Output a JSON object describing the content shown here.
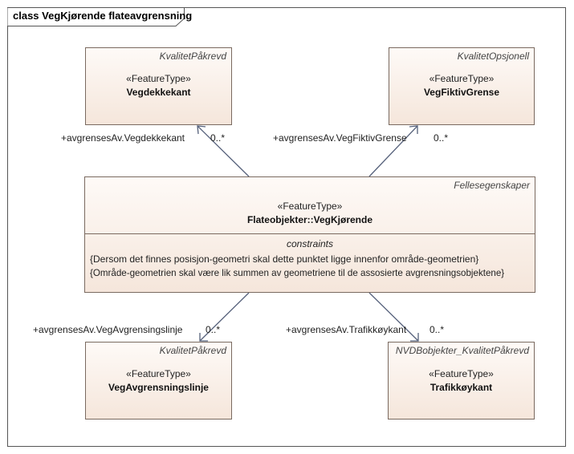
{
  "frame": {
    "title": "class VegKjørende flateavgrensning"
  },
  "classes": {
    "vegdekkekant": {
      "corner": "KvalitetPåkrevd",
      "stereotype": "«FeatureType»",
      "name": "Vegdekkekant"
    },
    "vegfiktivgrense": {
      "corner": "KvalitetOpsjonell",
      "stereotype": "«FeatureType»",
      "name": "VegFiktivGrense"
    },
    "vegkjorende": {
      "corner": "Fellesegenskaper",
      "stereotype": "«FeatureType»",
      "name": "Flateobjekter::VegKjørende",
      "constraints_title": "constraints",
      "constraints": [
        "{Dersom det finnes posisjon-geometri skal dette punktet ligge innenfor område-geometrien}",
        "{Område-geometrien skal være lik summen av geometriene til de assosierte avgrensningsobjektene}"
      ]
    },
    "vegavgrensningslinje": {
      "corner": "KvalitetPåkrevd",
      "stereotype": "«FeatureType»",
      "name": "VegAvgrensningslinje"
    },
    "trafikkoykant": {
      "corner": "NVDBobjekter_KvalitetPåkrevd",
      "stereotype": "«FeatureType»",
      "name": "Trafikkøykant"
    }
  },
  "associations": [
    {
      "role": "+avgrensesAv.Vegdekkekant",
      "multiplicity": "0..*"
    },
    {
      "role": "+avgrensesAv.VegFiktivGrense",
      "multiplicity": "0..*"
    },
    {
      "role": "+avgrensesAv.VegAvgrensingslinje",
      "multiplicity": "0..*"
    },
    {
      "role": "+avgrensesAv.Trafikkøykant",
      "multiplicity": "0..*"
    }
  ],
  "colors": {
    "box_top": "#fefaf7",
    "box_bottom": "#f5e6db",
    "border": "#7a6a60",
    "line": "#55607a"
  }
}
